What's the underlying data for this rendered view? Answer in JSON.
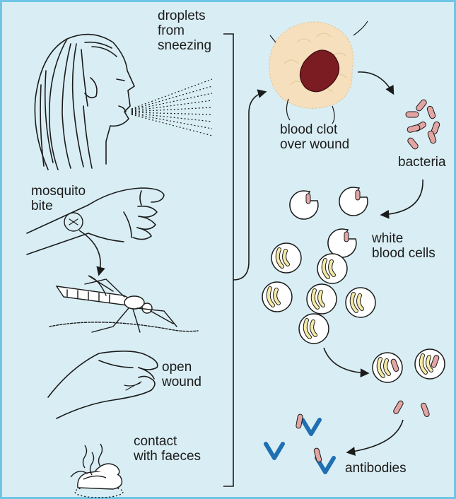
{
  "colors": {
    "background": "#d9eef4",
    "border": "#6fc6e4",
    "ink": "#1b1b1b",
    "clot": "#7b1b22",
    "clot_halo": "#f6dfbc",
    "bacteria": "#e3a5a3",
    "granule": "#f4e9a6",
    "antibody": "#1f6fb3"
  },
  "labels": {
    "droplets": "droplets\nfrom\nsneezing",
    "mosquito": "mosquito\nbite",
    "open_wound": "open\nwound",
    "faeces": "contact\nwith faeces",
    "blood_clot": "blood clot\nover wound",
    "bacteria": "bacteria",
    "white_cells": "white\nblood cells",
    "antibodies": "antibodies"
  }
}
